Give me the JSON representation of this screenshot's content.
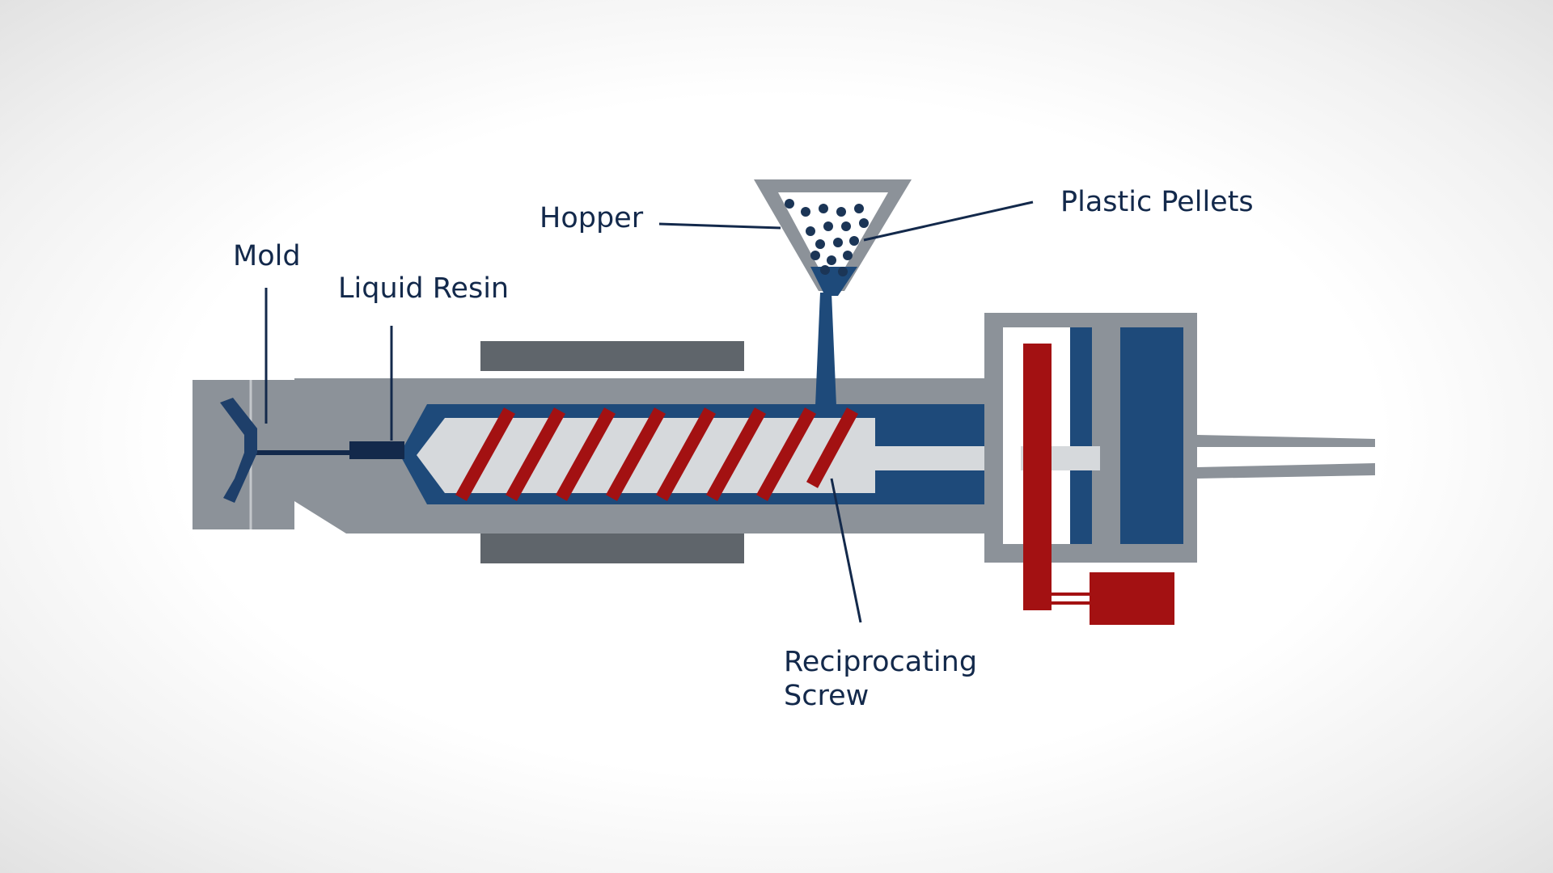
{
  "diagram": {
    "labels": {
      "hopper": "Hopper",
      "plastic_pellets": "Plastic Pellets",
      "mold": "Mold",
      "liquid_resin": "Liquid Resin",
      "screw_line1": "Reciprocating",
      "screw_line2": "Screw"
    },
    "colors": {
      "navy": "#1e4a7a",
      "dark_navy": "#13294b",
      "red": "#a31112",
      "gray": "#8c9299",
      "dark_gray": "#5f656b",
      "light_gray": "#d6d9dc"
    }
  }
}
